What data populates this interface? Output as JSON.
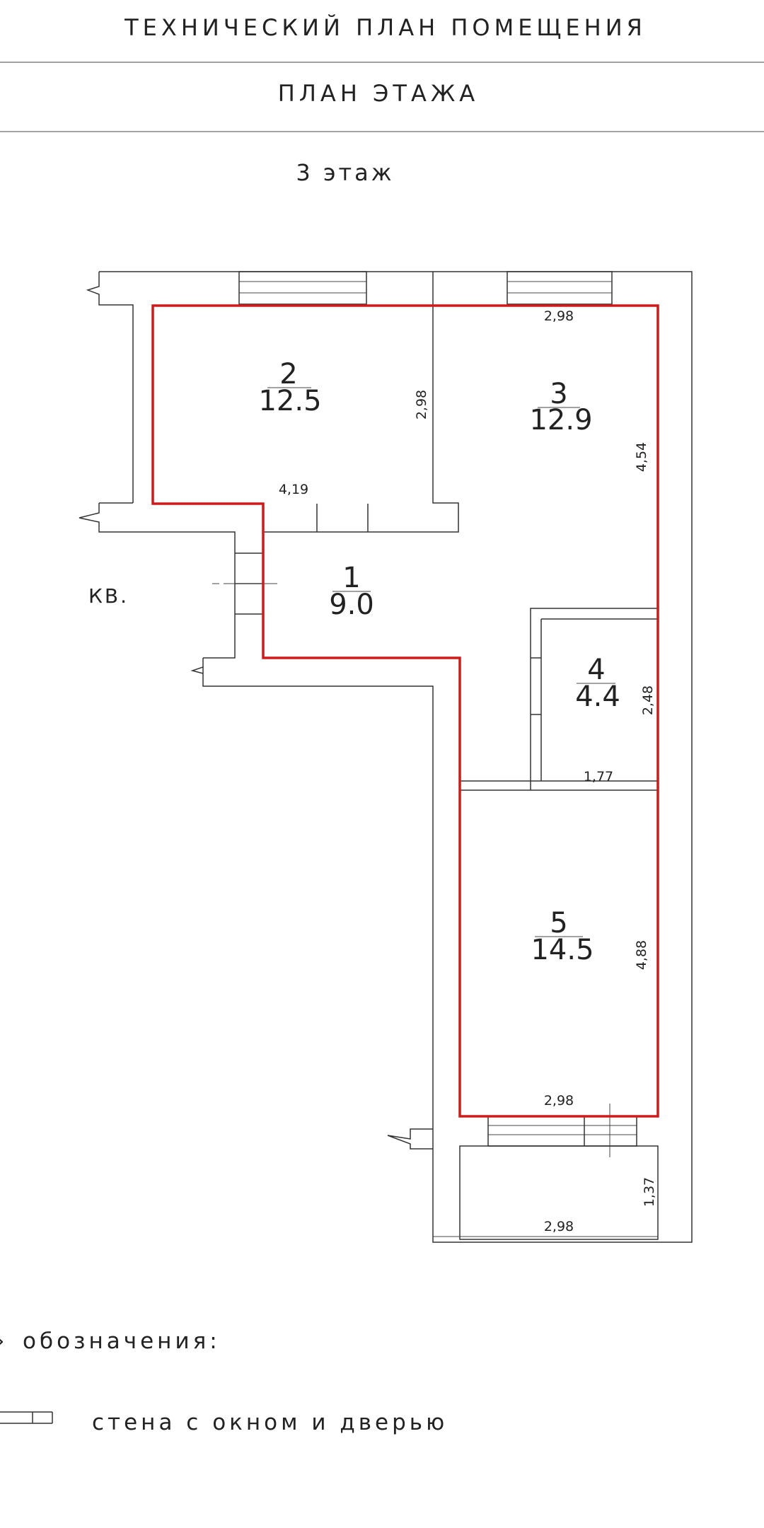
{
  "header": {
    "title": "ТЕХНИЧЕСКИЙ ПЛАН ПОМЕЩЕНИЯ",
    "subtitle": "ПЛАН ЭТАЖА",
    "floor": "3 этаж"
  },
  "apartment_label": "КВ.",
  "rooms": [
    {
      "number": "2",
      "area": "12.5"
    },
    {
      "number": "3",
      "area": "12.9"
    },
    {
      "number": "1",
      "area": "9.0"
    },
    {
      "number": "4",
      "area": "4.4"
    },
    {
      "number": "5",
      "area": "14.5"
    }
  ],
  "dimensions": {
    "room2_width": "4,19",
    "room2_depth": "2,98",
    "room3_width": "2,98",
    "room3_depth": "4,54",
    "room4_width": "1,77",
    "room4_depth": "2,48",
    "room5_width": "2,98",
    "room5_depth": "4,88",
    "balcony_width": "2,98",
    "balcony_depth": "1,37"
  },
  "legend": {
    "heading": "обозначения:",
    "items": [
      {
        "label": "стена с окном и дверью"
      }
    ]
  },
  "colors": {
    "outline": "#d01a1a",
    "lines": "#333333"
  }
}
